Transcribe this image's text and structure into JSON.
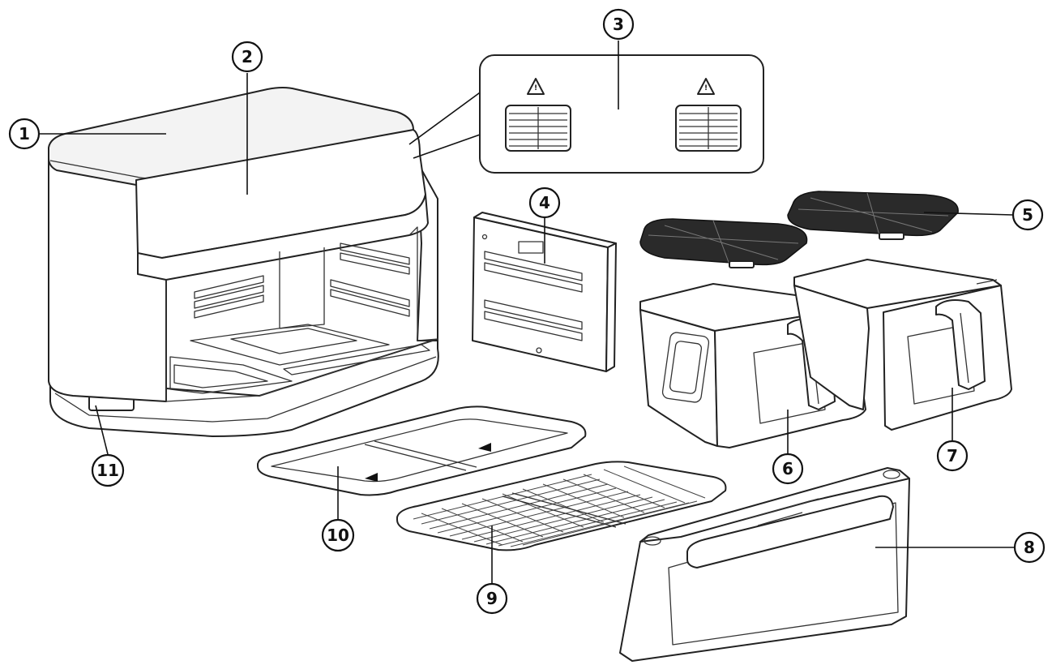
{
  "callouts": [
    {
      "id": "1",
      "label": "1"
    },
    {
      "id": "2",
      "label": "2"
    },
    {
      "id": "3",
      "label": "3"
    },
    {
      "id": "4",
      "label": "4"
    },
    {
      "id": "5",
      "label": "5"
    },
    {
      "id": "6",
      "label": "6"
    },
    {
      "id": "7",
      "label": "7"
    },
    {
      "id": "8",
      "label": "8"
    },
    {
      "id": "9",
      "label": "9"
    },
    {
      "id": "10",
      "label": "10"
    },
    {
      "id": "11",
      "label": "11"
    }
  ],
  "colors": {
    "line": "#222222",
    "background": "#ffffff",
    "grill": "#2a2a2a"
  }
}
